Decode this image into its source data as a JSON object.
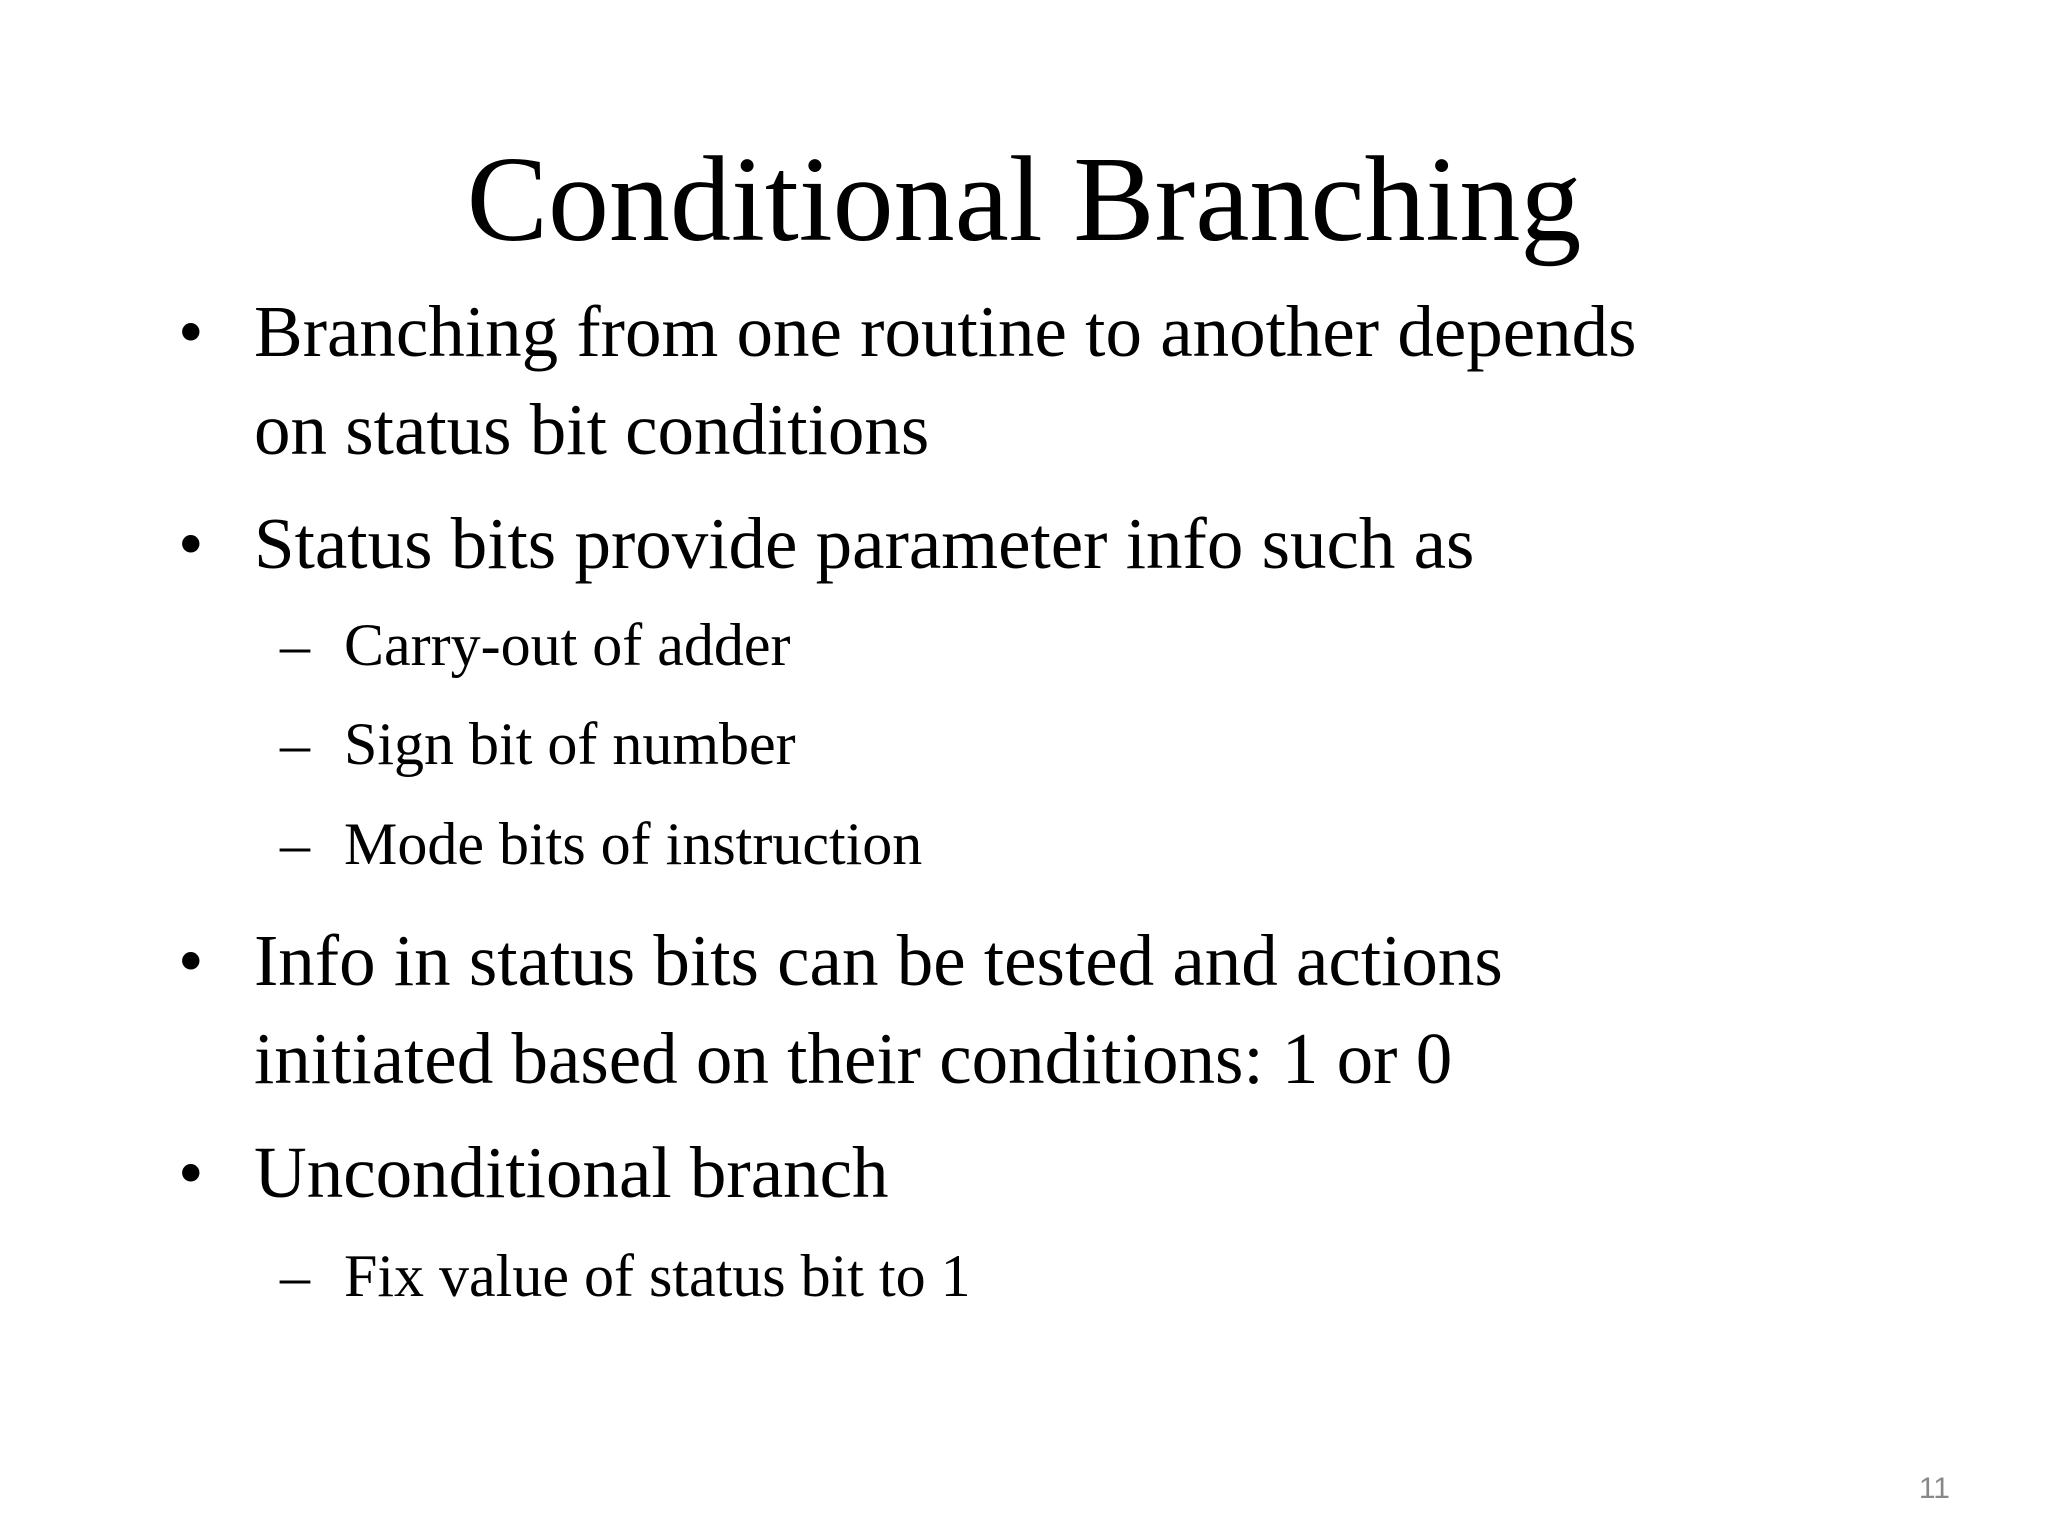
{
  "slide": {
    "title": "Conditional Branching",
    "bullet_mark": "•",
    "sub_mark": "–",
    "bullets": [
      {
        "lines": [
          "Branching from one routine to another depends",
          "on status bit conditions"
        ]
      },
      {
        "lines": [
          "Status bits provide parameter info such as"
        ],
        "subs": [
          "Carry-out of adder",
          "Sign bit of number",
          "Mode bits of instruction"
        ]
      },
      {
        "lines": [
          "Info in status bits can be tested and actions",
          "initiated based on their conditions: 1 or 0"
        ]
      },
      {
        "lines": [
          "Unconditional branch"
        ],
        "subs": [
          "Fix value of status bit to 1"
        ]
      }
    ],
    "page_number": "11"
  }
}
